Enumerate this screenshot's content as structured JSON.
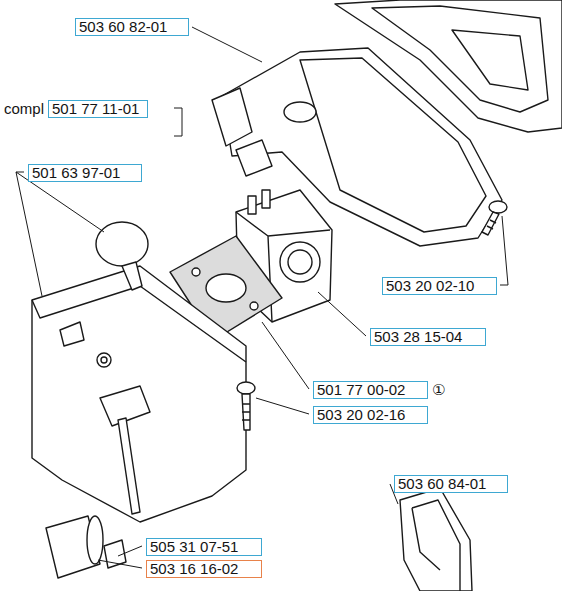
{
  "diagram": {
    "nodes": [
      {
        "text": [
          "503 60 82-01"
        ]
      },
      {
        "text": [
          "compl",
          "501 77 11-01"
        ]
      },
      {
        "text": [
          "501 63 97-01"
        ]
      },
      {
        "text": [
          "503 20 02-10"
        ]
      },
      {
        "text": [
          "503 28 15-04"
        ]
      },
      {
        "text": [
          "501 77 00-02",
          "①"
        ]
      },
      {
        "text": [
          "503 20 02-16"
        ]
      },
      {
        "text": [
          "503 60 84-01"
        ]
      },
      {
        "text": [
          "505 31 07-51"
        ]
      },
      {
        "text": [
          "503 16 16-02"
        ]
      }
    ]
  }
}
